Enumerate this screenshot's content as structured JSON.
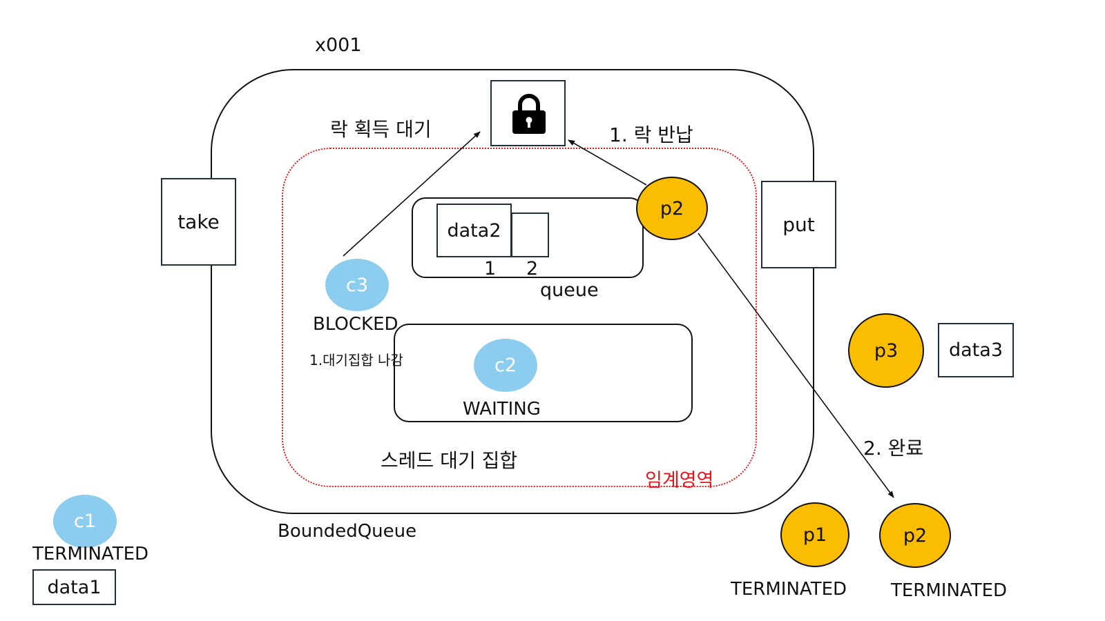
{
  "labels": {
    "instance": "x001",
    "bounded_queue": "BoundedQueue",
    "take": "take",
    "put": "put",
    "lock_wait": "락 획득 대기",
    "lock_return": "1. 락 반납",
    "queue": "queue",
    "slot1": "1",
    "slot2": "2",
    "wait_set": "스레드 대기 집합",
    "critical_section": "임계영역",
    "leave_wait_set": "1.대기집합 나감",
    "done": "2. 완료"
  },
  "queue_items": [
    "data2",
    ""
  ],
  "threads": {
    "c1": {
      "name": "c1",
      "state": "TERMINATED",
      "data": "data1"
    },
    "c2": {
      "name": "c2",
      "state": "WAITING"
    },
    "c3": {
      "name": "c3",
      "state": "BLOCKED"
    },
    "p2_active": {
      "name": "p2"
    },
    "p3": {
      "name": "p3",
      "data": "data3"
    },
    "p1": {
      "name": "p1",
      "state": "TERMINATED"
    },
    "p2_done": {
      "name": "p2",
      "state": "TERMINATED"
    }
  },
  "icons": {
    "lock": "lock-icon"
  },
  "colors": {
    "consumer": "#8ccdef",
    "producer": "#fbbd00",
    "critical": "#e8141b"
  }
}
